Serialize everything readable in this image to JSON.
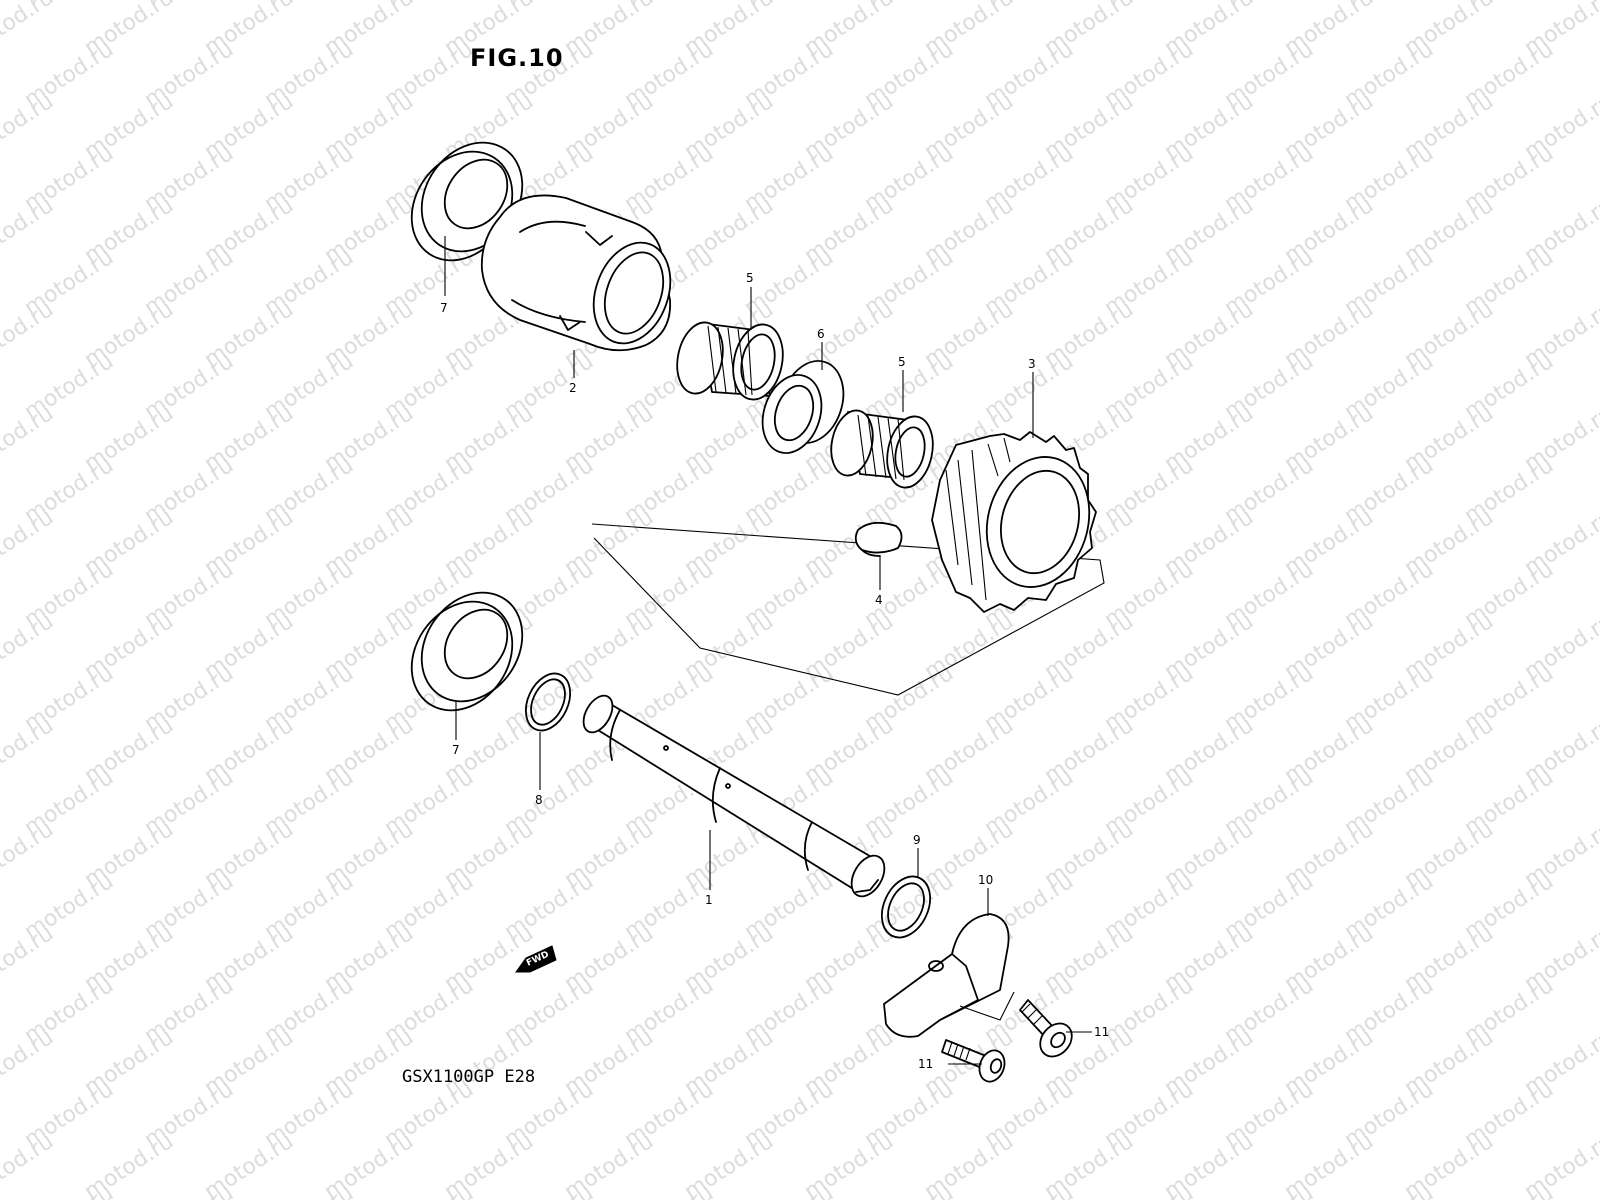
{
  "figure": {
    "title": "FIG.10",
    "model_code": "GSX1100GP  E28",
    "watermark": "motod.ru",
    "direction_badge": "FWD"
  },
  "callouts": {
    "washer_upper": "7",
    "guide": "2",
    "bearing_left": "5",
    "spacer": "6",
    "bearing_right": "5",
    "gear": "3",
    "key": "4",
    "washer_lower": "7",
    "o_ring_left": "8",
    "shaft": "1",
    "o_ring_right": "9",
    "lever": "10",
    "bolt_left": "11",
    "bolt_right": "11"
  },
  "icons": {
    "fwd_arrow": "fwd-arrow-icon"
  }
}
